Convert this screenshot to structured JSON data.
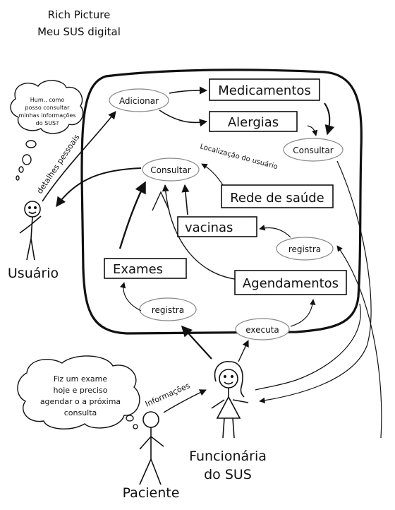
{
  "header": {
    "line1": "Rich Picture",
    "line2": "Meu SUS digital"
  },
  "usuario_thought": {
    "line1": "Hum.. como",
    "line2": "posso consultar",
    "line3": "minhas informações",
    "line4": "do SUS?"
  },
  "paciente_thought": {
    "line1": "Fiz um exame",
    "line2": "hoje e preciso",
    "line3": "agendar o a próxima",
    "line4": "consulta"
  },
  "boxes": {
    "medicamentos": "Medicamentos",
    "alergias": "Alergias",
    "rede": "Rede de  saúde",
    "vacinas": "vacinas",
    "exames": "Exames",
    "agendamentos": "Agendamentos"
  },
  "ovals": {
    "adicionar": "Adicionar",
    "consultar_right": "Consultar",
    "consultar_center": "Consultar",
    "registra_right": "registra",
    "registra_left": "registra",
    "executa": "executa"
  },
  "edge_labels": {
    "detalhes": "detalhes pessoais",
    "localizacao": "Localização do usuário",
    "informacoes": "Informações"
  },
  "actors": {
    "usuario": "Usuário",
    "funcionaria_line1": "Funcionária",
    "funcionaria_line2": "do SUS",
    "paciente": "Paciente"
  },
  "colors": {
    "ink": "#111111",
    "oval_stroke": "#888888",
    "background": "#ffffff"
  }
}
